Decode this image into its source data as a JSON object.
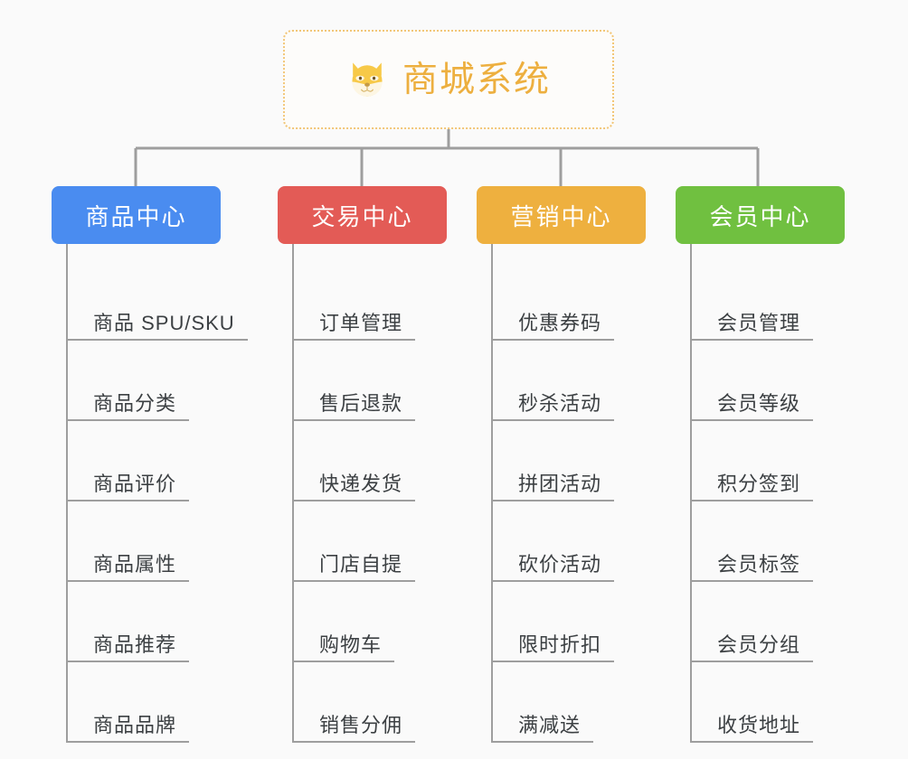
{
  "diagram": {
    "type": "org-chart",
    "background_color": "#fafafa",
    "connector_color": "#9e9e9e",
    "root": {
      "title": "商城系统",
      "icon": "shiba-dog-face-icon",
      "text_color": "#edaf3f",
      "border_color": "#f2c677",
      "background_color": "#fdfcfa"
    },
    "columns": [
      {
        "title": "商品中心",
        "color": "#4a8cf0",
        "items": [
          "商品 SPU/SKU",
          "商品分类",
          "商品评价",
          "商品属性",
          "商品推荐",
          "商品品牌"
        ]
      },
      {
        "title": "交易中心",
        "color": "#e35b56",
        "items": [
          "订单管理",
          "售后退款",
          "快递发货",
          "门店自提",
          "购物车",
          "销售分佣"
        ]
      },
      {
        "title": "营销中心",
        "color": "#eeb03f",
        "items": [
          "优惠券码",
          "秒杀活动",
          "拼团活动",
          "砍价活动",
          "限时折扣",
          "满减送"
        ]
      },
      {
        "title": "会员中心",
        "color": "#70c040",
        "items": [
          "会员管理",
          "会员等级",
          "积分签到",
          "会员标签",
          "会员分组",
          "收货地址"
        ]
      }
    ]
  }
}
